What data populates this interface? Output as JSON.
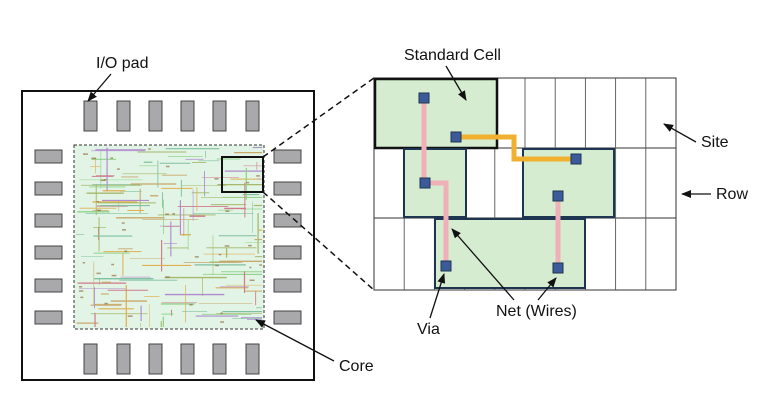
{
  "labels": {
    "io_pad": "I/O pad",
    "core": "Core",
    "standard_cell": "Standard Cell",
    "site": "Site",
    "row": "Row",
    "via": "Via",
    "net": "Net (Wires)"
  },
  "colors": {
    "outline": "#111111",
    "pad_fill": "#a9a9ab",
    "cell_fill": "#d6ecd0",
    "cell_border": "#1d3550",
    "via_fill": "#3c5a9a",
    "net_pink": "#f0b0b8",
    "net_orange": "#f0b030",
    "core_fill": "#e2f4e6"
  }
}
